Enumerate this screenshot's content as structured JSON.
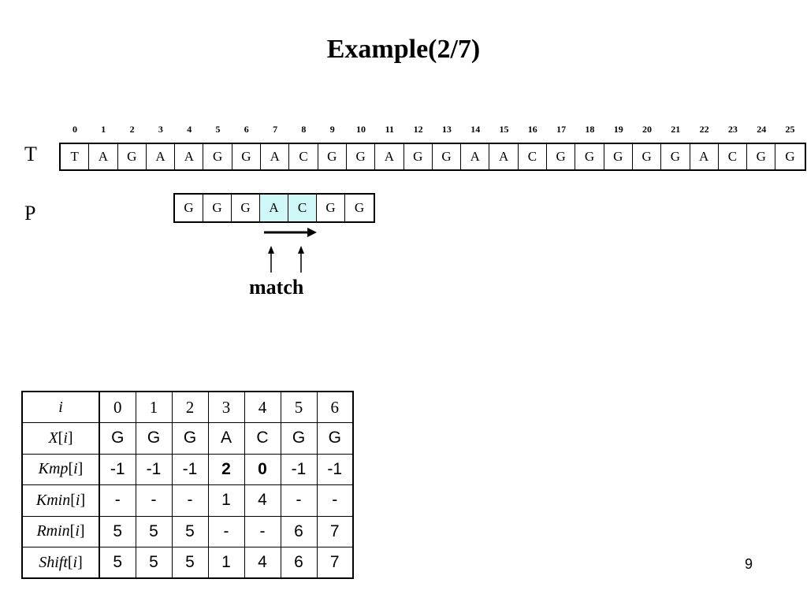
{
  "title": "Example(2/7)",
  "text_label": "T",
  "pattern_label": "P",
  "indices": [
    "0",
    "1",
    "2",
    "3",
    "4",
    "5",
    "6",
    "7",
    "8",
    "9",
    "10",
    "11",
    "12",
    "13",
    "14",
    "15",
    "16",
    "17",
    "18",
    "19",
    "20",
    "21",
    "22",
    "23",
    "24",
    "25"
  ],
  "text": [
    "T",
    "A",
    "G",
    "A",
    "A",
    "G",
    "G",
    "A",
    "C",
    "G",
    "G",
    "A",
    "G",
    "G",
    "A",
    "A",
    "C",
    "G",
    "G",
    "G",
    "G",
    "G",
    "A",
    "C",
    "G",
    "G"
  ],
  "pattern": [
    "G",
    "G",
    "G",
    "A",
    "C",
    "G",
    "G"
  ],
  "pattern_highlight": [
    3,
    4
  ],
  "highlight_color": "#cff7f7",
  "match_label": "match",
  "table": {
    "header_label": "i",
    "header": [
      "0",
      "1",
      "2",
      "3",
      "4",
      "5",
      "6"
    ],
    "rows": [
      {
        "label": "X",
        "values": [
          "G",
          "G",
          "G",
          "A",
          "C",
          "G",
          "G"
        ],
        "bold": []
      },
      {
        "label": "Kmp",
        "values": [
          "-1",
          "-1",
          "-1",
          "2",
          "0",
          "-1",
          "-1"
        ],
        "bold": [
          3,
          4
        ]
      },
      {
        "label": "Kmin",
        "values": [
          "-",
          "-",
          "-",
          "1",
          "4",
          "-",
          "-"
        ],
        "bold": []
      },
      {
        "label": "Rmin",
        "values": [
          "5",
          "5",
          "5",
          "-",
          "-",
          "6",
          "7"
        ],
        "bold": []
      },
      {
        "label": "Shift",
        "values": [
          "5",
          "5",
          "5",
          "1",
          "4",
          "6",
          "7"
        ],
        "bold": []
      }
    ]
  },
  "page_number": "9"
}
